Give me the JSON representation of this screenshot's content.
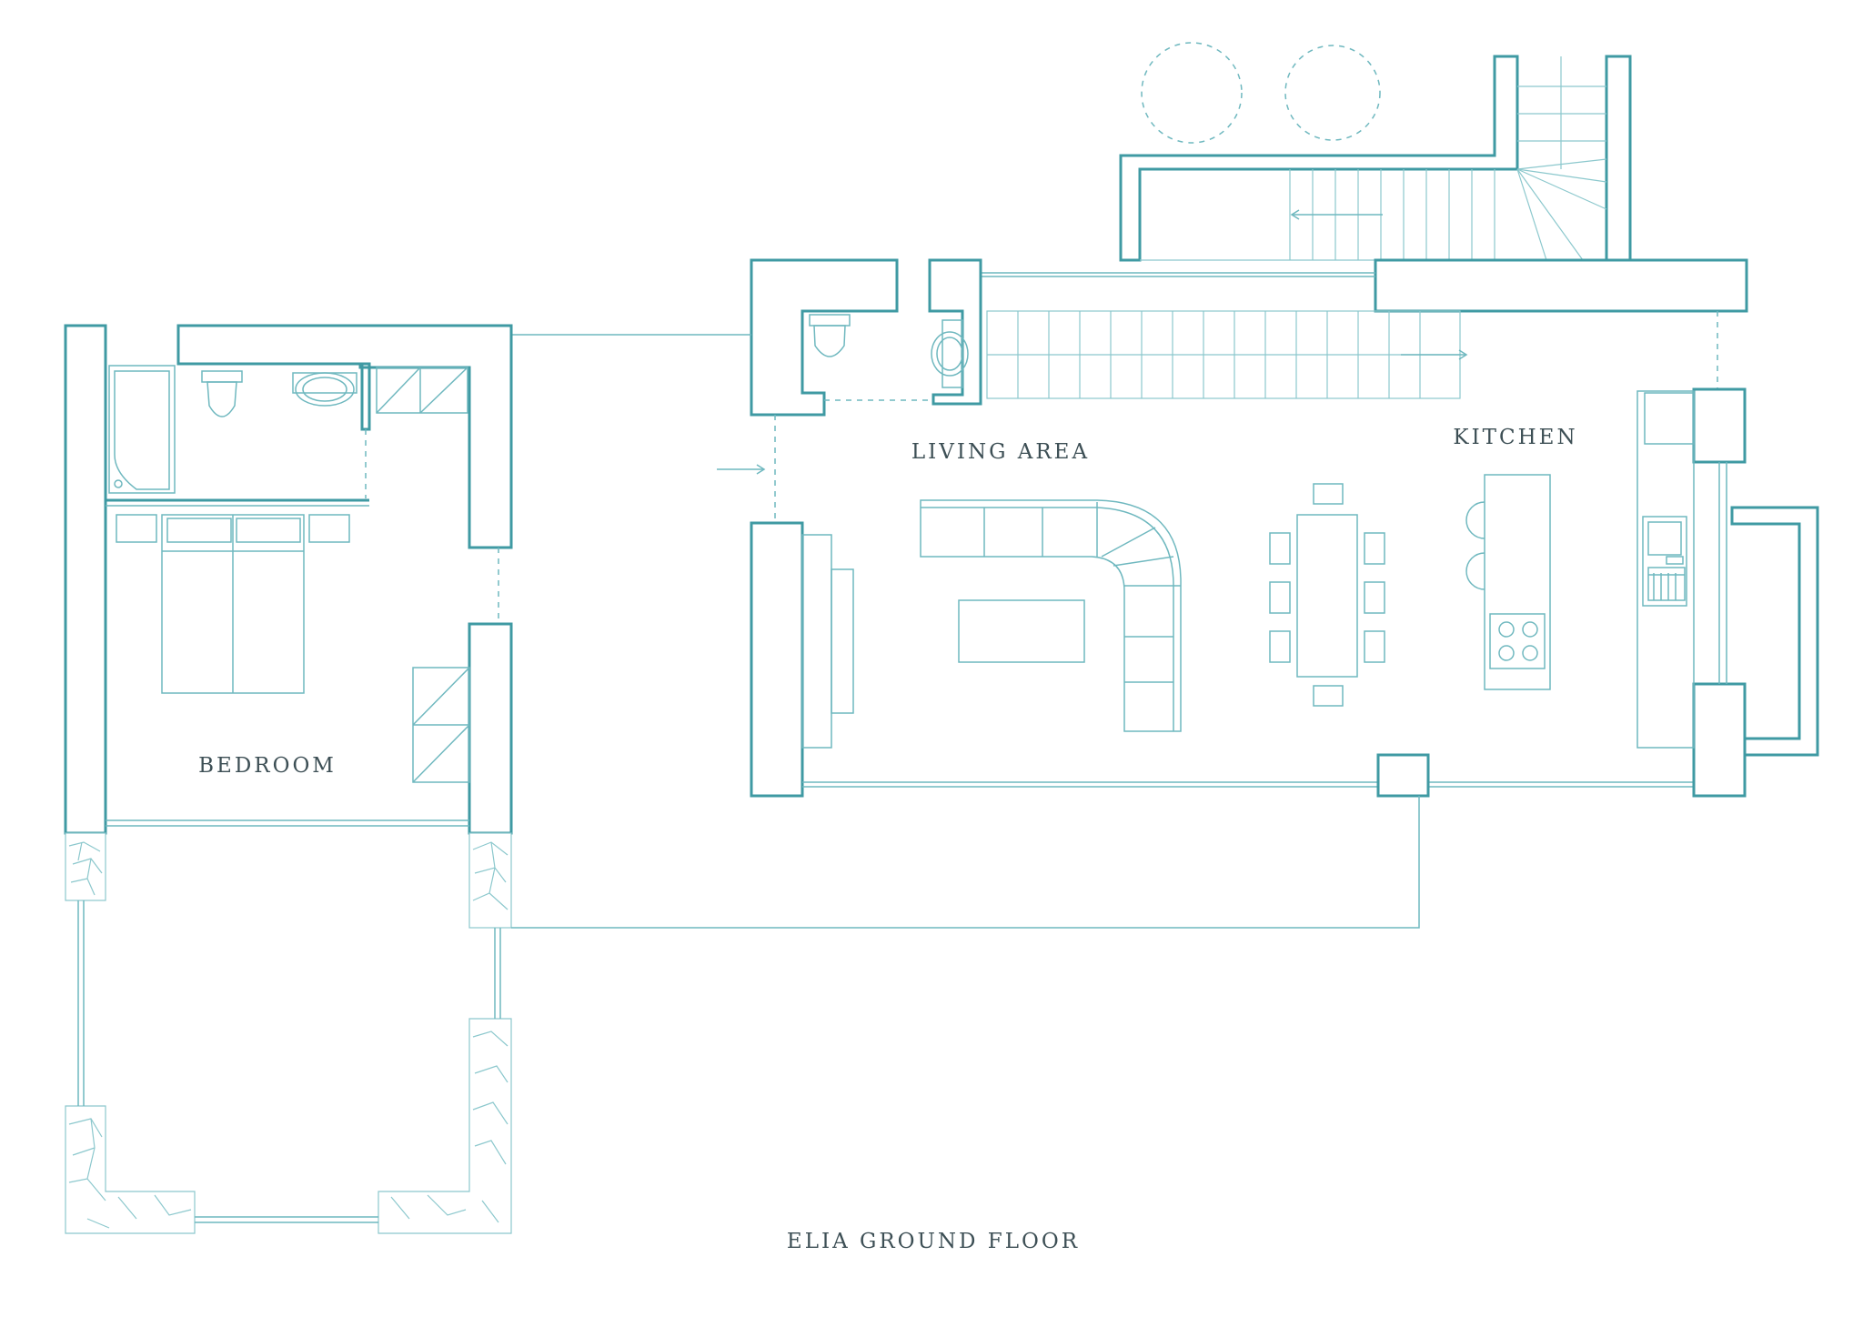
{
  "plan": {
    "title": "ELIA GROUND FLOOR",
    "rooms": {
      "bedroom": "BEDROOM",
      "living_area": "LIVING AREA",
      "kitchen": "KITCHEN"
    }
  },
  "colors": {
    "wall": "#3f9aa3",
    "line": "#6fb8bf",
    "text": "#3d4f55"
  }
}
